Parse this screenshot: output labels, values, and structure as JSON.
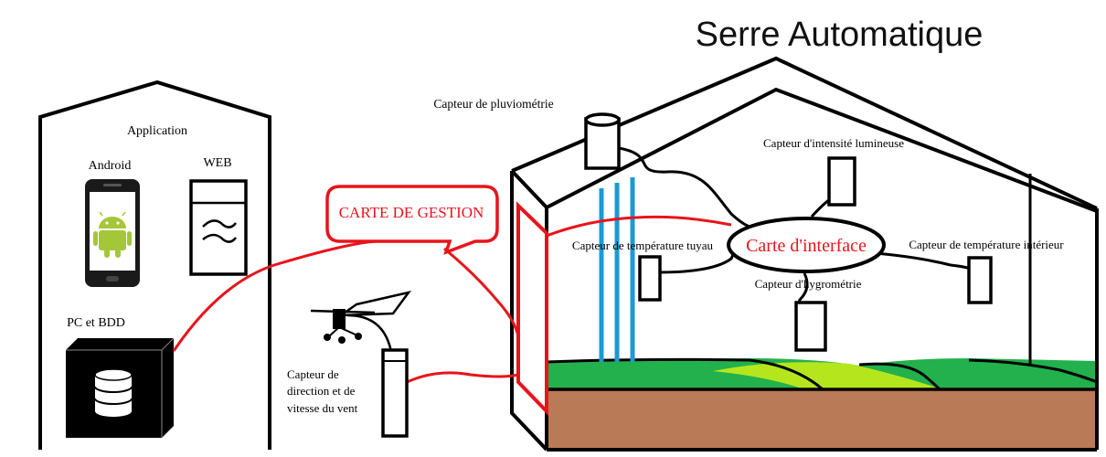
{
  "title": "Serre Automatique",
  "application": {
    "label": "Application",
    "android_label": "Android",
    "web_label": "WEB",
    "pc_label": "PC et BDD"
  },
  "carte_gestion": "CARTE DE GESTION",
  "carte_interface": "Carte d'interface",
  "sensors": {
    "pluviometrie": "Capteur de pluviométrie",
    "lumineuse": "Capteur d'intensité lumineuse",
    "temp_tuyau": "Capteur de température tuyau",
    "temp_interieur": "Capteur de température intérieur",
    "hygrometrie": "Capteur d'hygrométrie",
    "vent_line1": "Capteur de",
    "vent_line2": "direction et de",
    "vent_line3": "vitesse du vent"
  },
  "colors": {
    "link_red": "#e8141b",
    "pipe_blue": "#1a9ad6",
    "grass_dark": "#22b14c",
    "grass_light": "#b5e61d",
    "soil": "#b97a57",
    "android_green": "#a4c639"
  }
}
